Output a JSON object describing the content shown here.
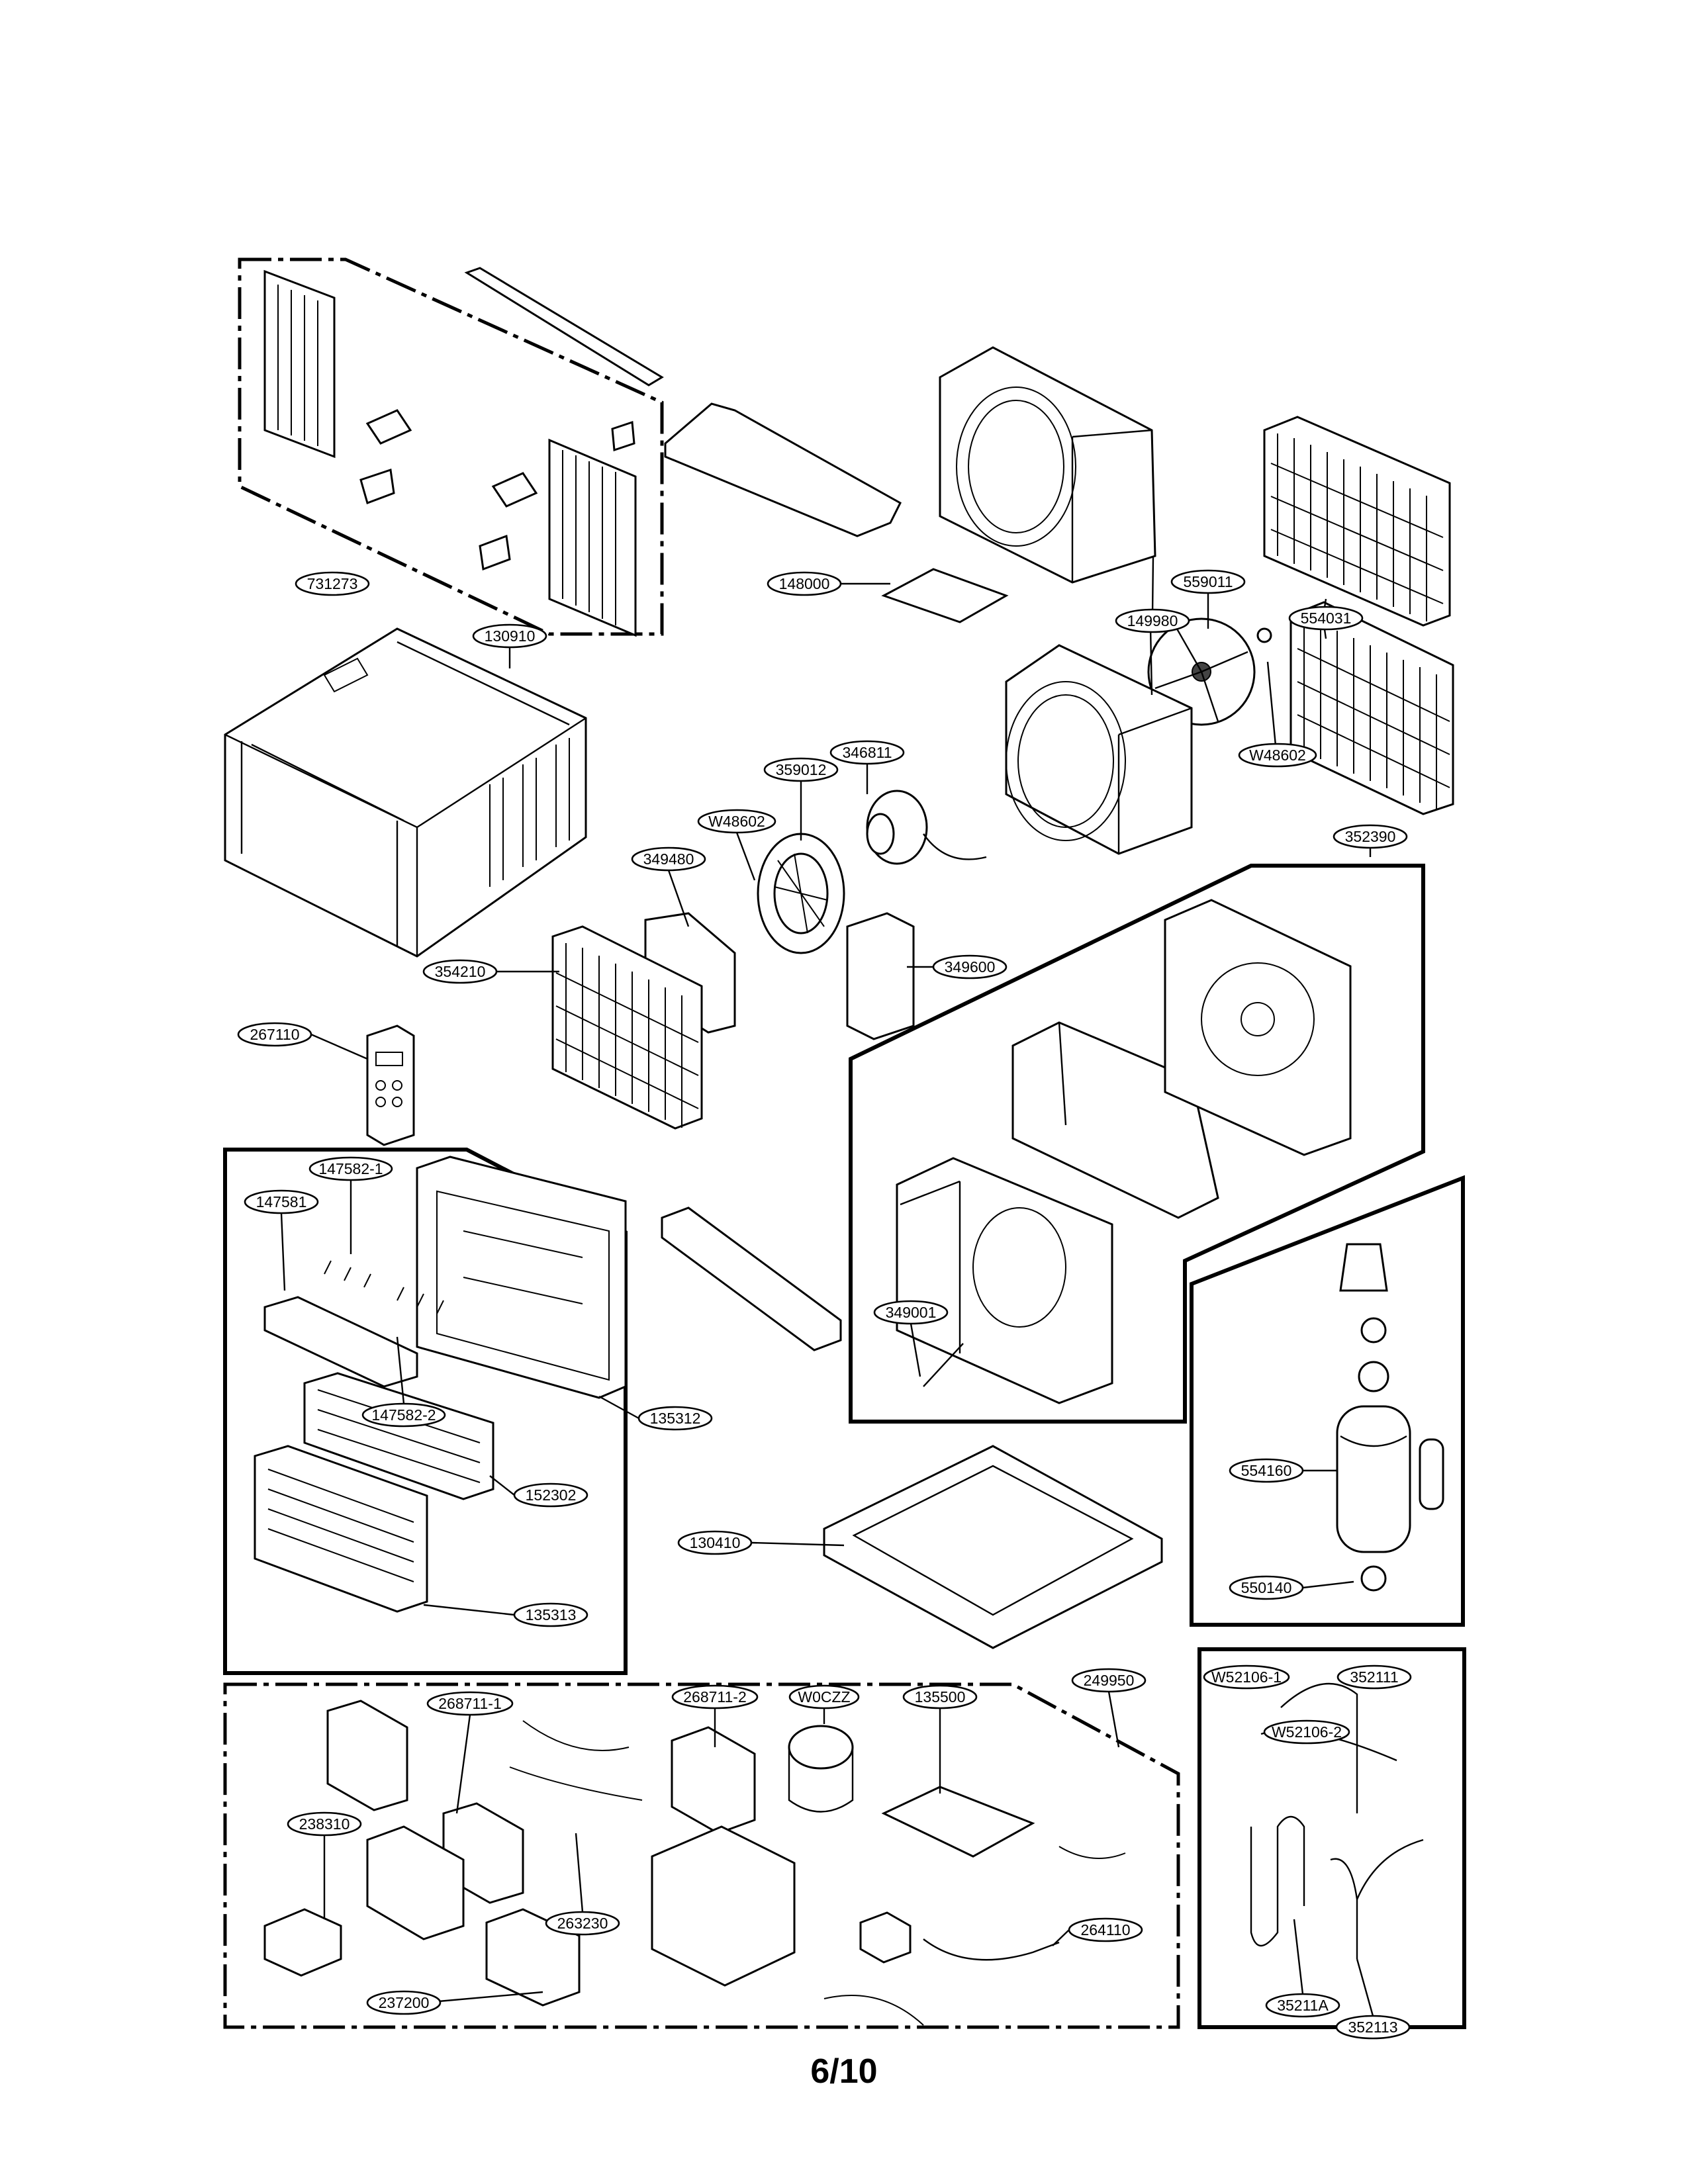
{
  "page_number": "6/10",
  "part_labels": [
    {
      "id": "731273"
    },
    {
      "id": "148000"
    },
    {
      "id": "149980"
    },
    {
      "id": "559011"
    },
    {
      "id": "554031"
    },
    {
      "id": "130910"
    },
    {
      "id": "W48602"
    },
    {
      "id": "346811"
    },
    {
      "id": "359012"
    },
    {
      "id": "W48602"
    },
    {
      "id": "349480"
    },
    {
      "id": "352390"
    },
    {
      "id": "354210"
    },
    {
      "id": "349600"
    },
    {
      "id": "267110"
    },
    {
      "id": "147582-1"
    },
    {
      "id": "147581"
    },
    {
      "id": "349001"
    },
    {
      "id": "147582-2"
    },
    {
      "id": "135312"
    },
    {
      "id": "152302"
    },
    {
      "id": "554160"
    },
    {
      "id": "130410"
    },
    {
      "id": "135313"
    },
    {
      "id": "550140"
    },
    {
      "id": "249950"
    },
    {
      "id": "268711-1"
    },
    {
      "id": "268711-2"
    },
    {
      "id": "W0CZZ"
    },
    {
      "id": "135500"
    },
    {
      "id": "W52106-1"
    },
    {
      "id": "352111"
    },
    {
      "id": "W52106-2"
    },
    {
      "id": "238310"
    },
    {
      "id": "263230"
    },
    {
      "id": "264110"
    },
    {
      "id": "35211A"
    },
    {
      "id": "237200"
    },
    {
      "id": "352113"
    }
  ]
}
